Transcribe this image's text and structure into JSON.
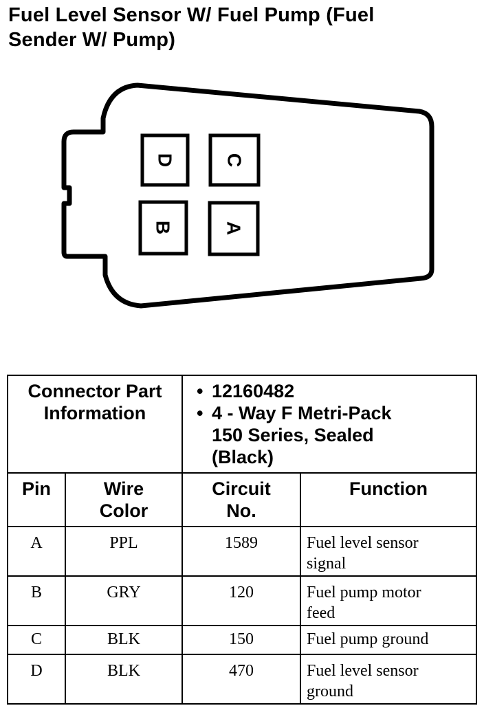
{
  "title": {
    "line1": "Fuel Level Sensor W/ Fuel Pump (Fuel",
    "line2": "Sender W/ Pump)"
  },
  "connector": {
    "pins": [
      "D",
      "C",
      "B",
      "A"
    ]
  },
  "part_info": {
    "label_line1": "Connector Part",
    "label_line2": "Information",
    "part_number": "12160482",
    "description_line1": "4 - Way F Metri-Pack",
    "description_line2": "150 Series, Sealed",
    "description_line3": "(Black)"
  },
  "table": {
    "headers": {
      "pin": "Pin",
      "wire_line1": "Wire",
      "wire_line2": "Color",
      "circuit_line1": "Circuit",
      "circuit_line2": "No.",
      "function": "Function"
    },
    "rows": [
      {
        "pin": "A",
        "wire": "PPL",
        "circuit": "1589",
        "function_line1": "Fuel level sensor",
        "function_line2": "signal"
      },
      {
        "pin": "B",
        "wire": "GRY",
        "circuit": "120",
        "function_line1": "Fuel pump motor",
        "function_line2": "feed"
      },
      {
        "pin": "C",
        "wire": "BLK",
        "circuit": "150",
        "function_line1": "Fuel pump ground",
        "function_line2": ""
      },
      {
        "pin": "D",
        "wire": "BLK",
        "circuit": "470",
        "function_line1": "Fuel level sensor",
        "function_line2": "ground"
      }
    ]
  }
}
